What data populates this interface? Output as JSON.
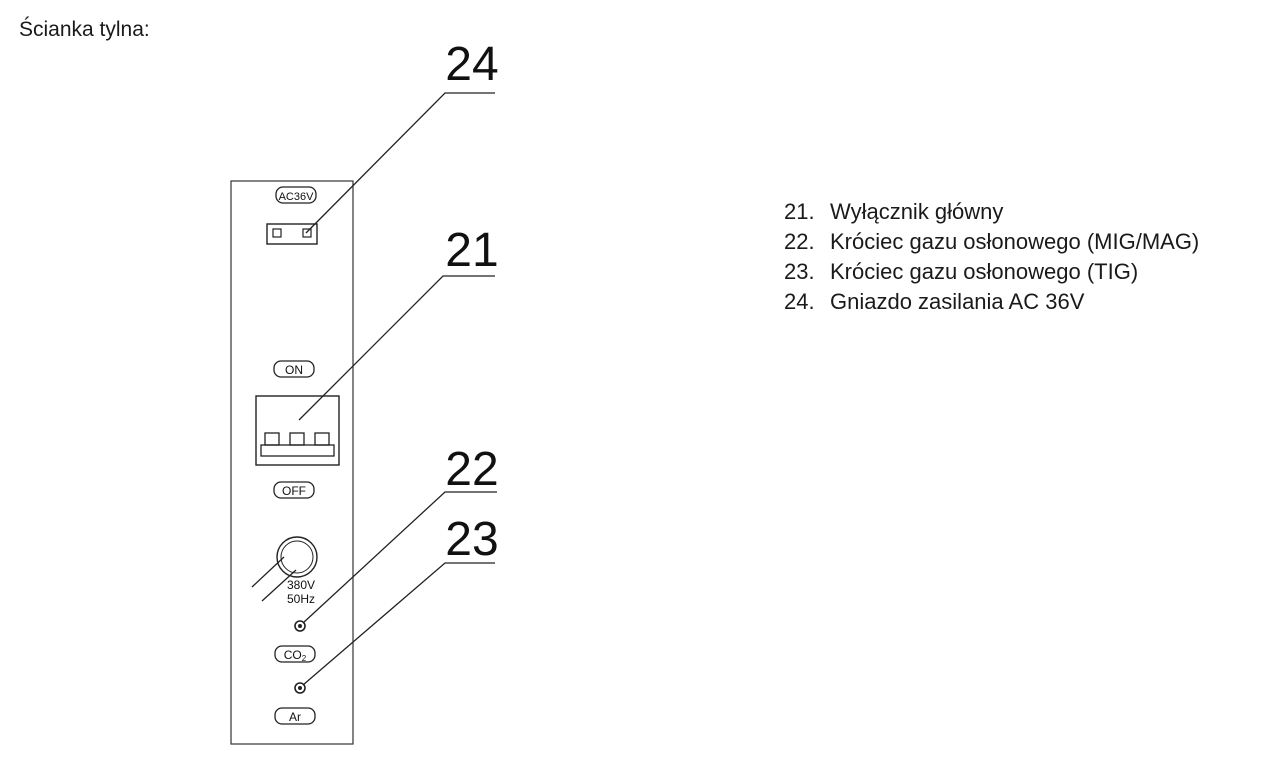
{
  "title": "Ścianka tylna:",
  "callouts": [
    "24",
    "21",
    "22",
    "23"
  ],
  "panel_labels": {
    "ac36v": "AC36V",
    "on": "ON",
    "off": "OFF",
    "voltage": "380V",
    "frequency": "50Hz",
    "co2": "CO",
    "co2_sub": "2",
    "ar": "Ar"
  },
  "legend": [
    {
      "num": "21.",
      "text": "Wyłącznik główny"
    },
    {
      "num": "22.",
      "text": "Króciec gazu osłonowego (MIG/MAG)"
    },
    {
      "num": "23.",
      "text": "Króciec gazu osłonowego (TIG)"
    },
    {
      "num": "24.",
      "text": "Gniazdo zasilania AC 36V"
    }
  ]
}
